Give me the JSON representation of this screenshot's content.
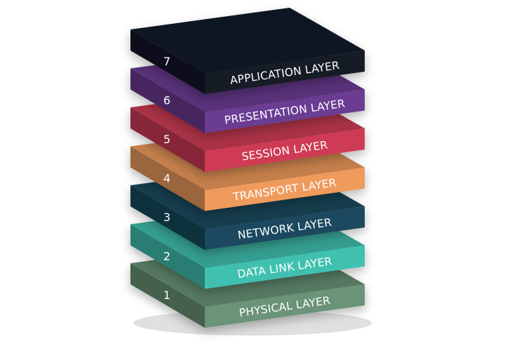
{
  "diagram": {
    "layers": [
      {
        "number": "7",
        "name": "APPLICATION LAYER",
        "color": "#141a28"
      },
      {
        "number": "6",
        "name": "PRESENTATION LAYER",
        "color": "#6b3d93"
      },
      {
        "number": "5",
        "name": "SESSION LAYER",
        "color": "#cf3b55"
      },
      {
        "number": "4",
        "name": "TRANSPORT LAYER",
        "color": "#ef9b5c"
      },
      {
        "number": "3",
        "name": "NETWORK LAYER",
        "color": "#1a4a5e"
      },
      {
        "number": "2",
        "name": "DATA LINK LAYER",
        "color": "#3fc1b0"
      },
      {
        "number": "1",
        "name": "PHYSICAL LAYER",
        "color": "#6a9377"
      }
    ]
  }
}
